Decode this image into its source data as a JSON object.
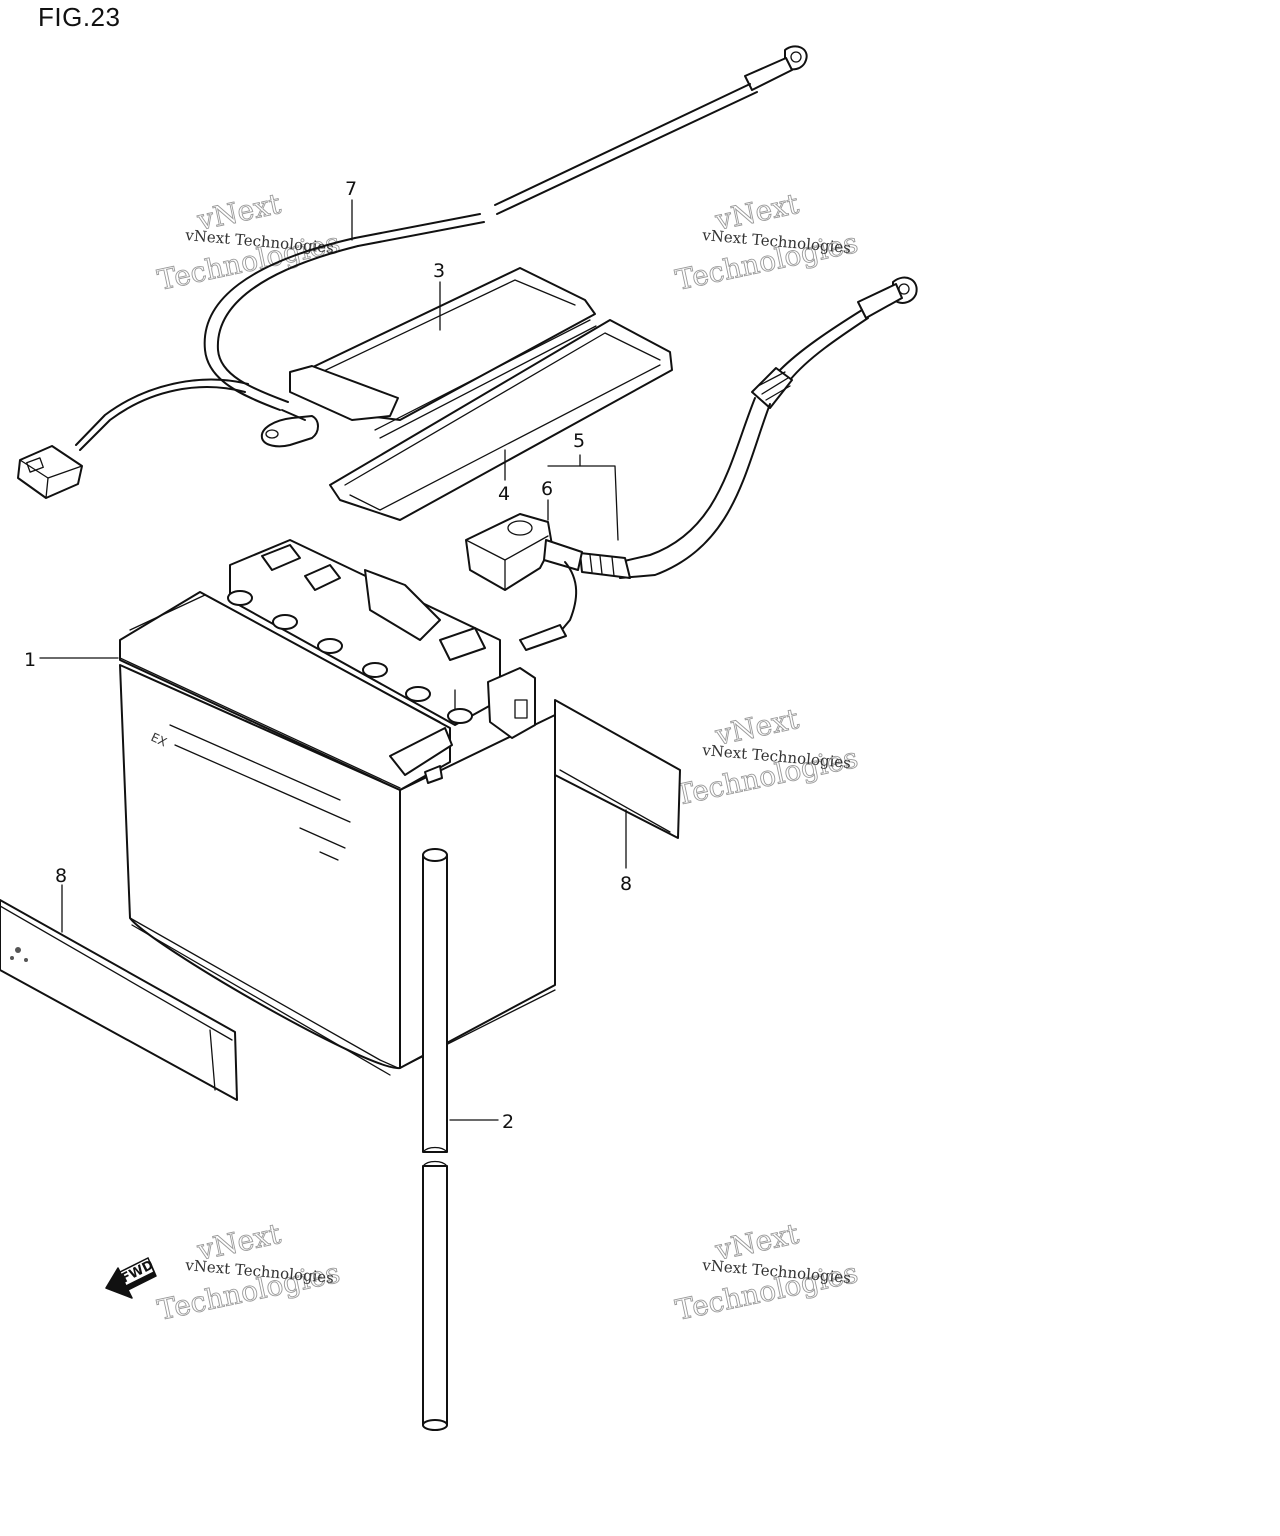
{
  "figure": {
    "title": "FIG.23"
  },
  "callouts": {
    "c1": "1",
    "c2": "2",
    "c3": "3",
    "c4": "4",
    "c5": "5",
    "c6": "6",
    "c7": "7",
    "c8a": "8",
    "c8b": "8"
  },
  "watermark": {
    "line1": "vNext Technologies",
    "line2a": "vNext",
    "line2b": "Technologies"
  },
  "fwd_label": "FWD"
}
